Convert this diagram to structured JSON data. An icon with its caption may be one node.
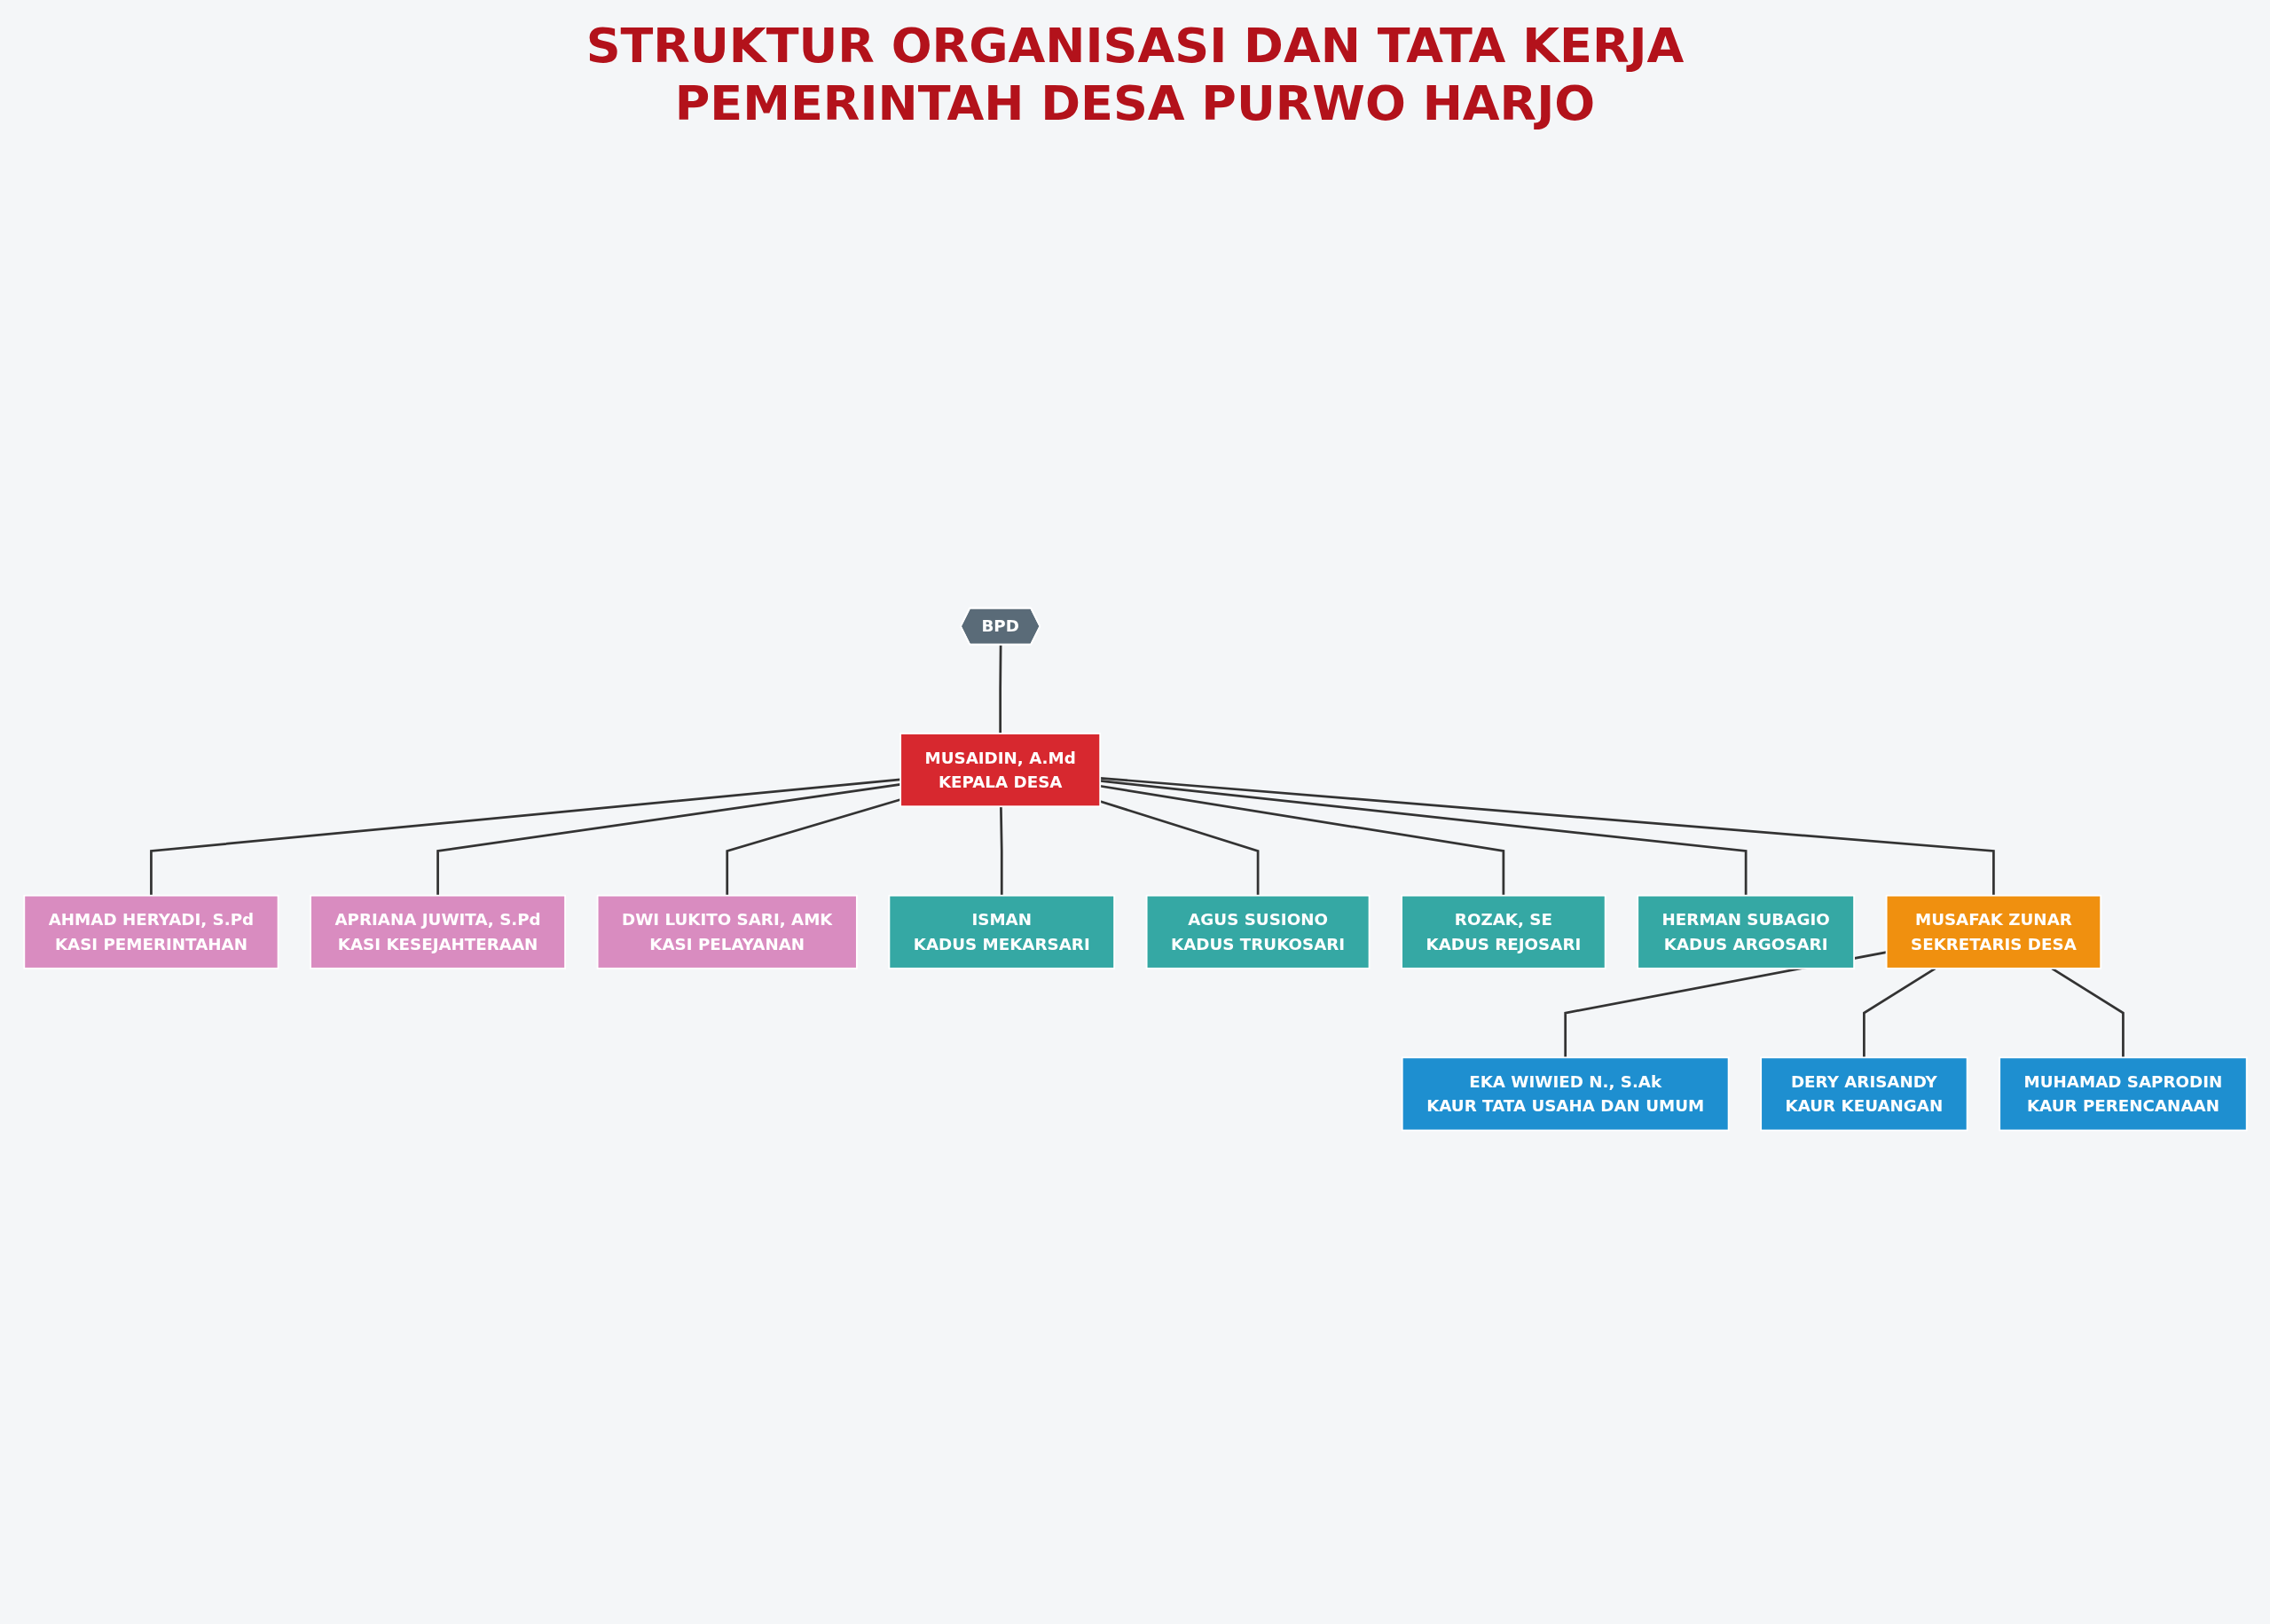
{
  "diagram": {
    "title": "STRUKTUR ORGANISASI DAN TATA KERJA PEMERINTAH DESA PURWO HARJO",
    "nodes": [
      {
        "text": [
          "BPD"
        ]
      },
      {
        "text": [
          "MUSAIDIN, A.Md",
          "KEPALA DESA"
        ]
      },
      {
        "text": [
          "MUSAFAK ZUNAR",
          "SEKRETARIS DESA"
        ]
      },
      {
        "text": [
          "DWI LUKITO SARI, AMK",
          "KASI PELAYANAN"
        ]
      },
      {
        "text": [
          "APRIANA JUWITA, S.Pd",
          "KASI KESEJAHTERAAN"
        ]
      },
      {
        "text": [
          "AHMAD HERYADI, S.Pd",
          "KASI PEMERINTAHAN"
        ]
      },
      {
        "text": [
          "EKA WIWIED N., S.Ak",
          "KAUR TATA USAHA DAN UMUM"
        ]
      },
      {
        "text": [
          "DERY ARISANDY",
          "KAUR KEUANGAN"
        ]
      },
      {
        "text": [
          "MUHAMAD SAPRODIN",
          "KAUR PERENCANAAN"
        ]
      },
      {
        "text": [
          "ISMAN",
          "KADUS MEKARSARI"
        ]
      },
      {
        "text": [
          "AGUS SUSIONO",
          "KADUS TRUKOSARI"
        ]
      },
      {
        "text": [
          "ROZAK, SE",
          "KADUS REJOSARI"
        ]
      },
      {
        "text": [
          "HERMAN SUBAGIO",
          "KADUS ARGOSARI"
        ]
      }
    ],
    "edges": [
      {
        "from": 0,
        "to": 1,
        "arrow": "none"
      },
      {
        "from": 1,
        "to": 2,
        "arrow": "none"
      },
      {
        "from": 1,
        "to": 3,
        "arrow": "none"
      },
      {
        "from": 1,
        "to": 4,
        "arrow": "none"
      },
      {
        "from": 1,
        "to": 5,
        "arrow": "none"
      },
      {
        "from": 2,
        "to": 6,
        "arrow": "none"
      },
      {
        "from": 2,
        "to": 7,
        "arrow": "none"
      },
      {
        "from": 2,
        "to": 8,
        "arrow": "none"
      },
      {
        "from": 1,
        "to": 9,
        "arrow": "none"
      },
      {
        "from": 1,
        "to": 10,
        "arrow": "none"
      },
      {
        "from": 1,
        "to": 11,
        "arrow": "none"
      },
      {
        "from": 1,
        "to": 12,
        "arrow": "none"
      }
    ]
  }
}
